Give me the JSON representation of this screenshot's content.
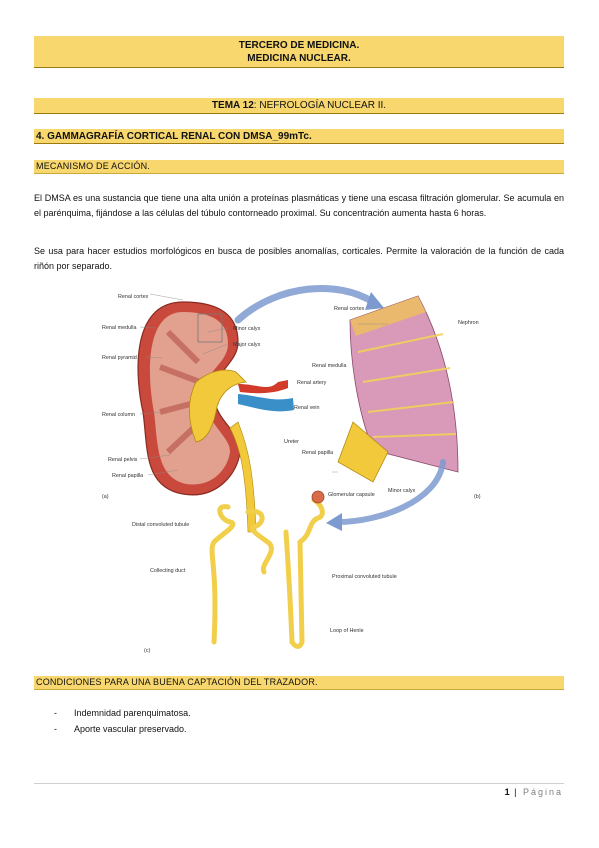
{
  "header": {
    "line1": "TERCERO DE MEDICINA.",
    "line2": "MEDICINA NUCLEAR."
  },
  "tema": {
    "bold": "TEMA 12",
    "rest": ": NEFROLOGÍA NUCLEAR II."
  },
  "section_title": "4. GAMMAGRAFÍA CORTICAL RENAL CON DMSA_99mTc.",
  "mecanismo_heading": "MECANISMO DE ACCIÓN.",
  "paragraph1": "El DMSA es una sustancia que tiene una alta unión a proteínas plasmáticas y tiene una escasa filtración glomerular. Se acumula en el parénquima, fijándose a las células del túbulo contorneado proximal. Su concentración aumenta hasta 6 horas.",
  "paragraph2": "Se usa para hacer estudios morfológicos en busca de posibles anomalías, corticales. Permite la valoración de la función de cada riñón por separado.",
  "figure": {
    "labels_a": [
      "Renal cortex",
      "Renal medulla",
      "Renal pyramid",
      "Renal column",
      "Renal pelvis",
      "Renal papilla",
      "Minor calyx",
      "Major calyx",
      "Renal artery",
      "Renal vein",
      "Ureter",
      "(a)"
    ],
    "labels_b": [
      "Renal cortex",
      "Nephron",
      "Renal medulla",
      "Renal papilla",
      "Minor calyx",
      "(b)"
    ],
    "labels_c": [
      "Glomerular capsule",
      "Distal convoluted tubule",
      "Collecting duct",
      "Proximal convoluted tubule",
      "Loop of Henle",
      "(c)"
    ]
  },
  "condiciones_heading": "CONDICIONES PARA UNA BUENA CAPTACIÓN DEL TRAZADOR.",
  "conditions": [
    "Indemnidad parenquimatosa.",
    "Aporte vascular preservado."
  ],
  "footer": {
    "page": "1",
    "sep": " | ",
    "label": "Página"
  }
}
